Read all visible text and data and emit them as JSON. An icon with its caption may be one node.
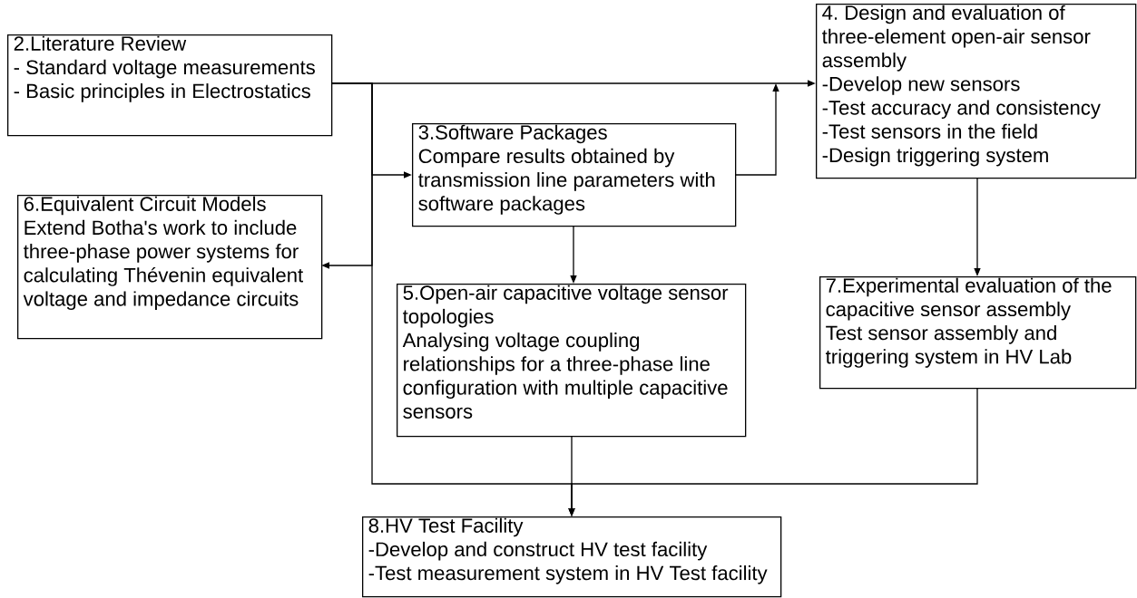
{
  "diagram": {
    "nodes": [
      {
        "text": [
          "2.Literature Review",
          "- Standard voltage measurements",
          "- Basic principles in Electrostatics"
        ]
      },
      {
        "text": [
          "4. Design and evaluation of three-element open-air sensor assembly",
          "-Develop new sensors",
          "-Test accuracy and consistency",
          "-Test sensors in the field",
          "-Design triggering system"
        ]
      },
      {
        "text": [
          "3.Software Packages",
          "Compare results obtained by transmission line parameters with software packages"
        ]
      },
      {
        "text": [
          "6.Equivalent Circuit Models",
          "Extend Botha's work to include three-phase power systems for calculating Thévenin equivalent voltage and impedance circuits"
        ]
      },
      {
        "text": [
          "5.Open-air capacitive voltage sensor topologies",
          "Analysing voltage coupling relationships for a three-phase line configuration with multiple capacitive sensors"
        ]
      },
      {
        "text": [
          "7.Experimental evaluation of the capacitive sensor assembly",
          "Test sensor assembly and triggering system in HV Lab"
        ]
      },
      {
        "text": [
          "8.HV Test Facility",
          "-Develop and construct HV test facility",
          "-Test measurement system in HV Test facility"
        ]
      }
    ],
    "edges": [
      {
        "from": 0,
        "to": 1,
        "arrow": "to"
      },
      {
        "from": 0,
        "to": 2,
        "arrow": "to"
      },
      {
        "from": 0,
        "to": 3,
        "arrow": "to"
      },
      {
        "from": 0,
        "to": 6,
        "arrow": "to"
      },
      {
        "from": 2,
        "to": 1,
        "arrow": "to"
      },
      {
        "from": 2,
        "to": 4,
        "arrow": "to"
      },
      {
        "from": 1,
        "to": 5,
        "arrow": "to"
      },
      {
        "from": 4,
        "to": 6,
        "arrow": "to"
      },
      {
        "from": 5,
        "to": 6,
        "arrow": "to"
      }
    ]
  }
}
